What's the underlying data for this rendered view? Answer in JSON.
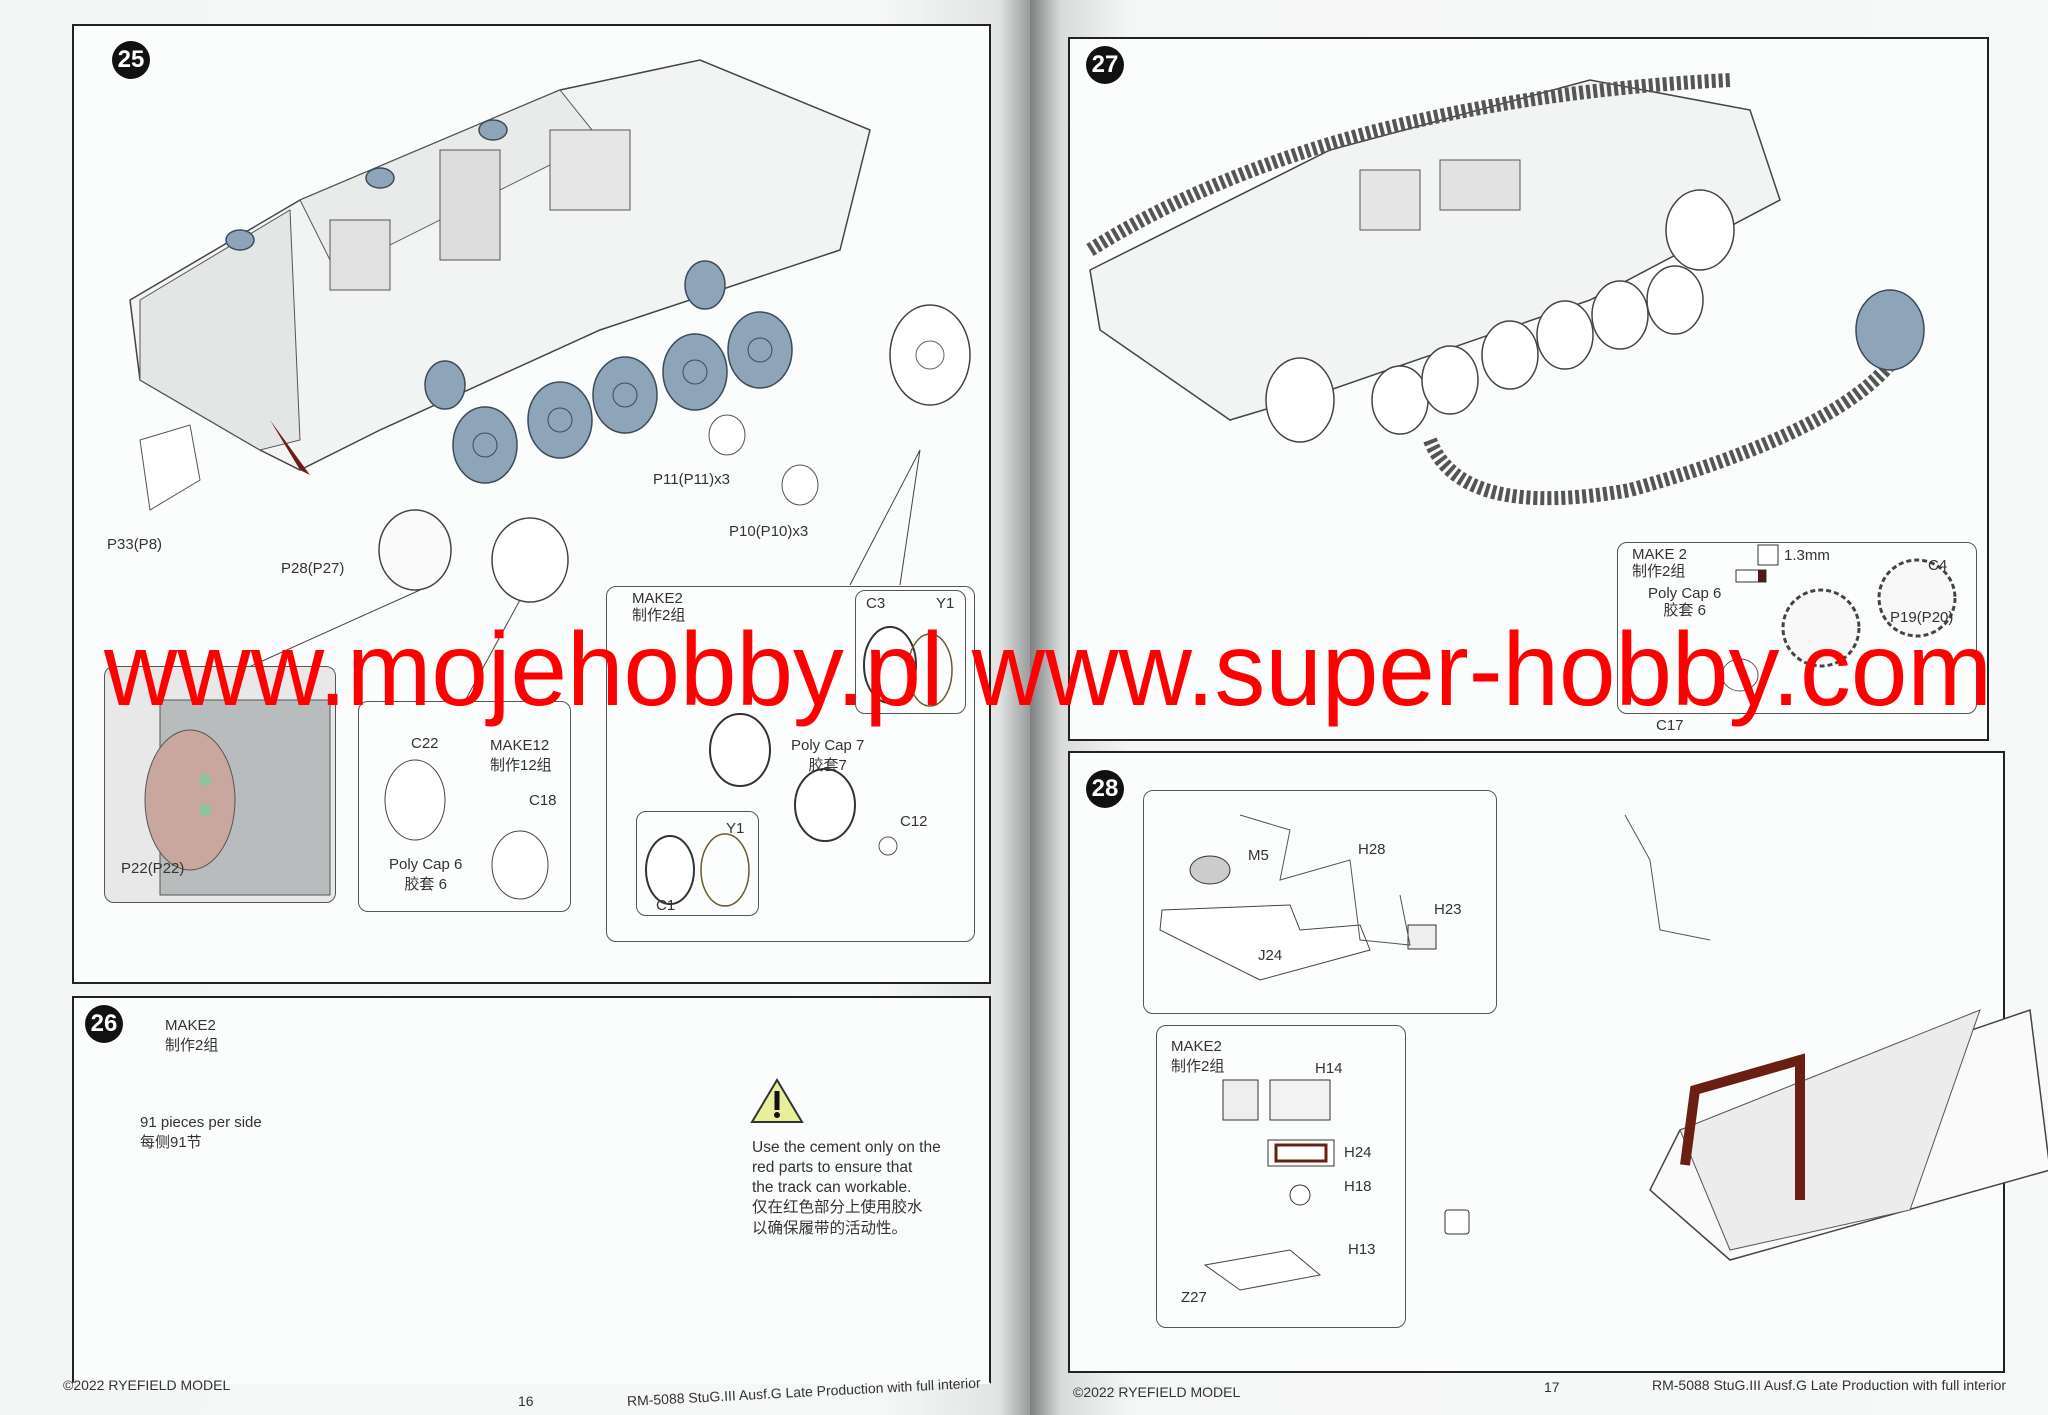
{
  "left_page": {
    "step25": {
      "number": "25",
      "labels": {
        "p11": "P11(P11)x3",
        "p10": "P10(P10)x3",
        "p33": "P33(P8)",
        "p28": "P28(P27)",
        "p22": "P22(P22)",
        "make2": "MAKE2",
        "make2_cn": "制作2组",
        "c3": "C3",
        "y1_top": "Y1",
        "c22": "C22",
        "make12": "MAKE12",
        "make12_cn": "制作12组",
        "polycap7": "Poly Cap 7",
        "polycap7_cn": "胶套7",
        "c18": "C18",
        "polycap6": "Poly Cap 6",
        "polycap6_cn": "胶套 6",
        "c12": "C12",
        "y1_bottom": "Y1",
        "c1": "C1"
      }
    },
    "step26": {
      "number": "26",
      "make2": "MAKE2",
      "make2_cn": "制作2组",
      "pieces": "91 pieces per side",
      "pieces_cn": "每侧91节",
      "warning_lines": [
        "Use the cement only on the",
        "red parts to ensure that",
        "the track can workable."
      ],
      "warning_cn_lines": [
        "仅在红色部分上使用胶水",
        "以确保履带的活动性。"
      ]
    },
    "footer": {
      "copyright": "©2022 RYEFIELD MODEL",
      "page_number": "16",
      "title": "RM-5088 StuG.III Ausf.G Late Production with full interior"
    }
  },
  "right_page": {
    "step27": {
      "number": "27",
      "make2": "MAKE 2",
      "make2_cn": "制作2组",
      "drill": "1.3mm",
      "polycap6": "Poly Cap 6",
      "polycap6_cn": "胶套 6",
      "c4": "C4",
      "c17": "C17",
      "p19": "P19(P20)"
    },
    "step28": {
      "number": "28",
      "m5": "M5",
      "h28": "H28",
      "h23": "H23",
      "j24": "J24",
      "make2": "MAKE2",
      "make2_cn": "制作2组",
      "h14": "H14",
      "h24": "H24",
      "h18": "H18",
      "h13": "H13",
      "z27": "Z27"
    },
    "footer": {
      "copyright": "©2022 RYEFIELD MODEL",
      "page_number": "17",
      "title": "RM-5088 StuG.III Ausf.G Late Production with full interior"
    }
  },
  "watermark": {
    "text": "www.mojehobby.pl www.super-hobby.com",
    "color": "#ff0000"
  },
  "colors": {
    "part_blue": "#8ea4b8",
    "glue_red": "#6b1f14",
    "warning_yellow": "#e8ee9a"
  }
}
